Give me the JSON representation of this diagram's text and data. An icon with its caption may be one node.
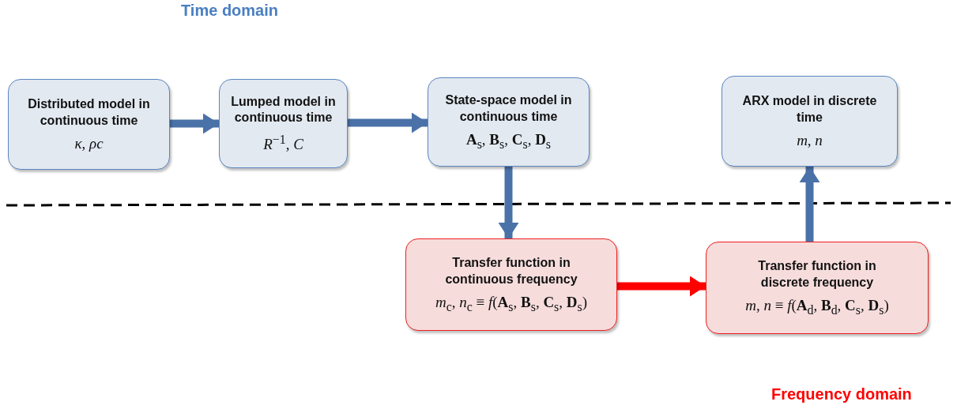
{
  "diagram": {
    "nodes": [
      {
        "text": [
          "Distributed model in continuous time",
          "*κ*, *ρc*"
        ]
      },
      {
        "text": [
          "Lumped model in continuous time",
          "*R*$^{−1}$, *C*"
        ]
      },
      {
        "text": [
          "State-space model in continuous time",
          "**A**$_{s}$, **B**$_{s}$, **C**$_{s}$, **D**$_{s}$"
        ]
      },
      {
        "text": [
          "Transfer function in continuous frequency",
          "*m*$_{c}$, *n*$_{c}$ ≡ *f*(**A**$_{s}$, **B**$_{s}$, **C**$_{s}$, **D**$_{s}$)"
        ]
      },
      {
        "text": [
          "Transfer function in discrete frequency",
          "*m*, *n* ≡ *f*(**A**$_{d}$, **B**$_{d}$, **C**$_{s}$, **D**$_{s}$)"
        ]
      },
      {
        "text": [
          "ARX model in discrete time",
          "*m*, *n*"
        ]
      }
    ],
    "edges": [
      {
        "from": 0,
        "to": 1,
        "arrow": "to"
      },
      {
        "from": 1,
        "to": 2,
        "arrow": "to"
      },
      {
        "from": 2,
        "to": 3,
        "arrow": "to"
      },
      {
        "from": 3,
        "to": 4,
        "arrow": "to",
        "color": "#ff0000"
      },
      {
        "from": 4,
        "to": 5,
        "arrow": "to"
      }
    ],
    "labels": [
      "Time domain",
      "Frequency domain"
    ]
  }
}
